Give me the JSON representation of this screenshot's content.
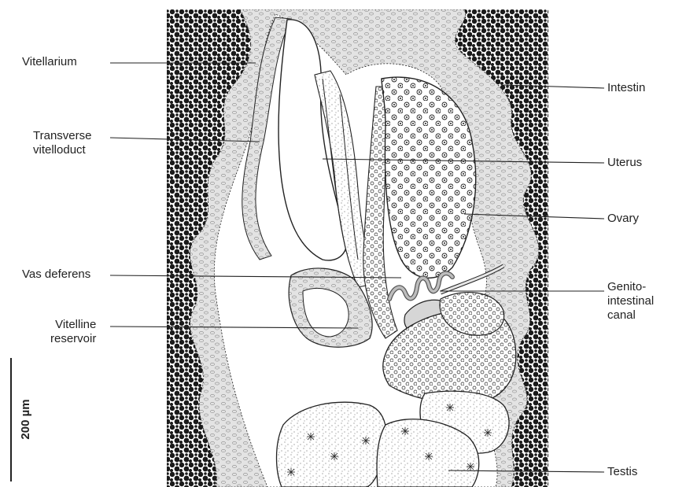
{
  "labels": {
    "vitellarium": "Vitellarium",
    "transverse_line1": "Transverse",
    "transverse_line2": "vitelloduct",
    "vas_deferens": "Vas deferens",
    "vitelline_line1": "Vitelline",
    "vitelline_line2": "reservoir",
    "intestin": "Intestin",
    "uterus": "Uterus",
    "ovary": "Ovary",
    "genito_line1": "Genito-",
    "genito_line2": "intestinal",
    "genito_line3": "canal",
    "testis": "Testis"
  },
  "scale_bar": {
    "label": "200 µm"
  },
  "colors": {
    "ink": "#222222",
    "intestine_fill": "#1a1a1a",
    "vitellarium_fill": "#dcdcdc",
    "background": "#ffffff"
  }
}
